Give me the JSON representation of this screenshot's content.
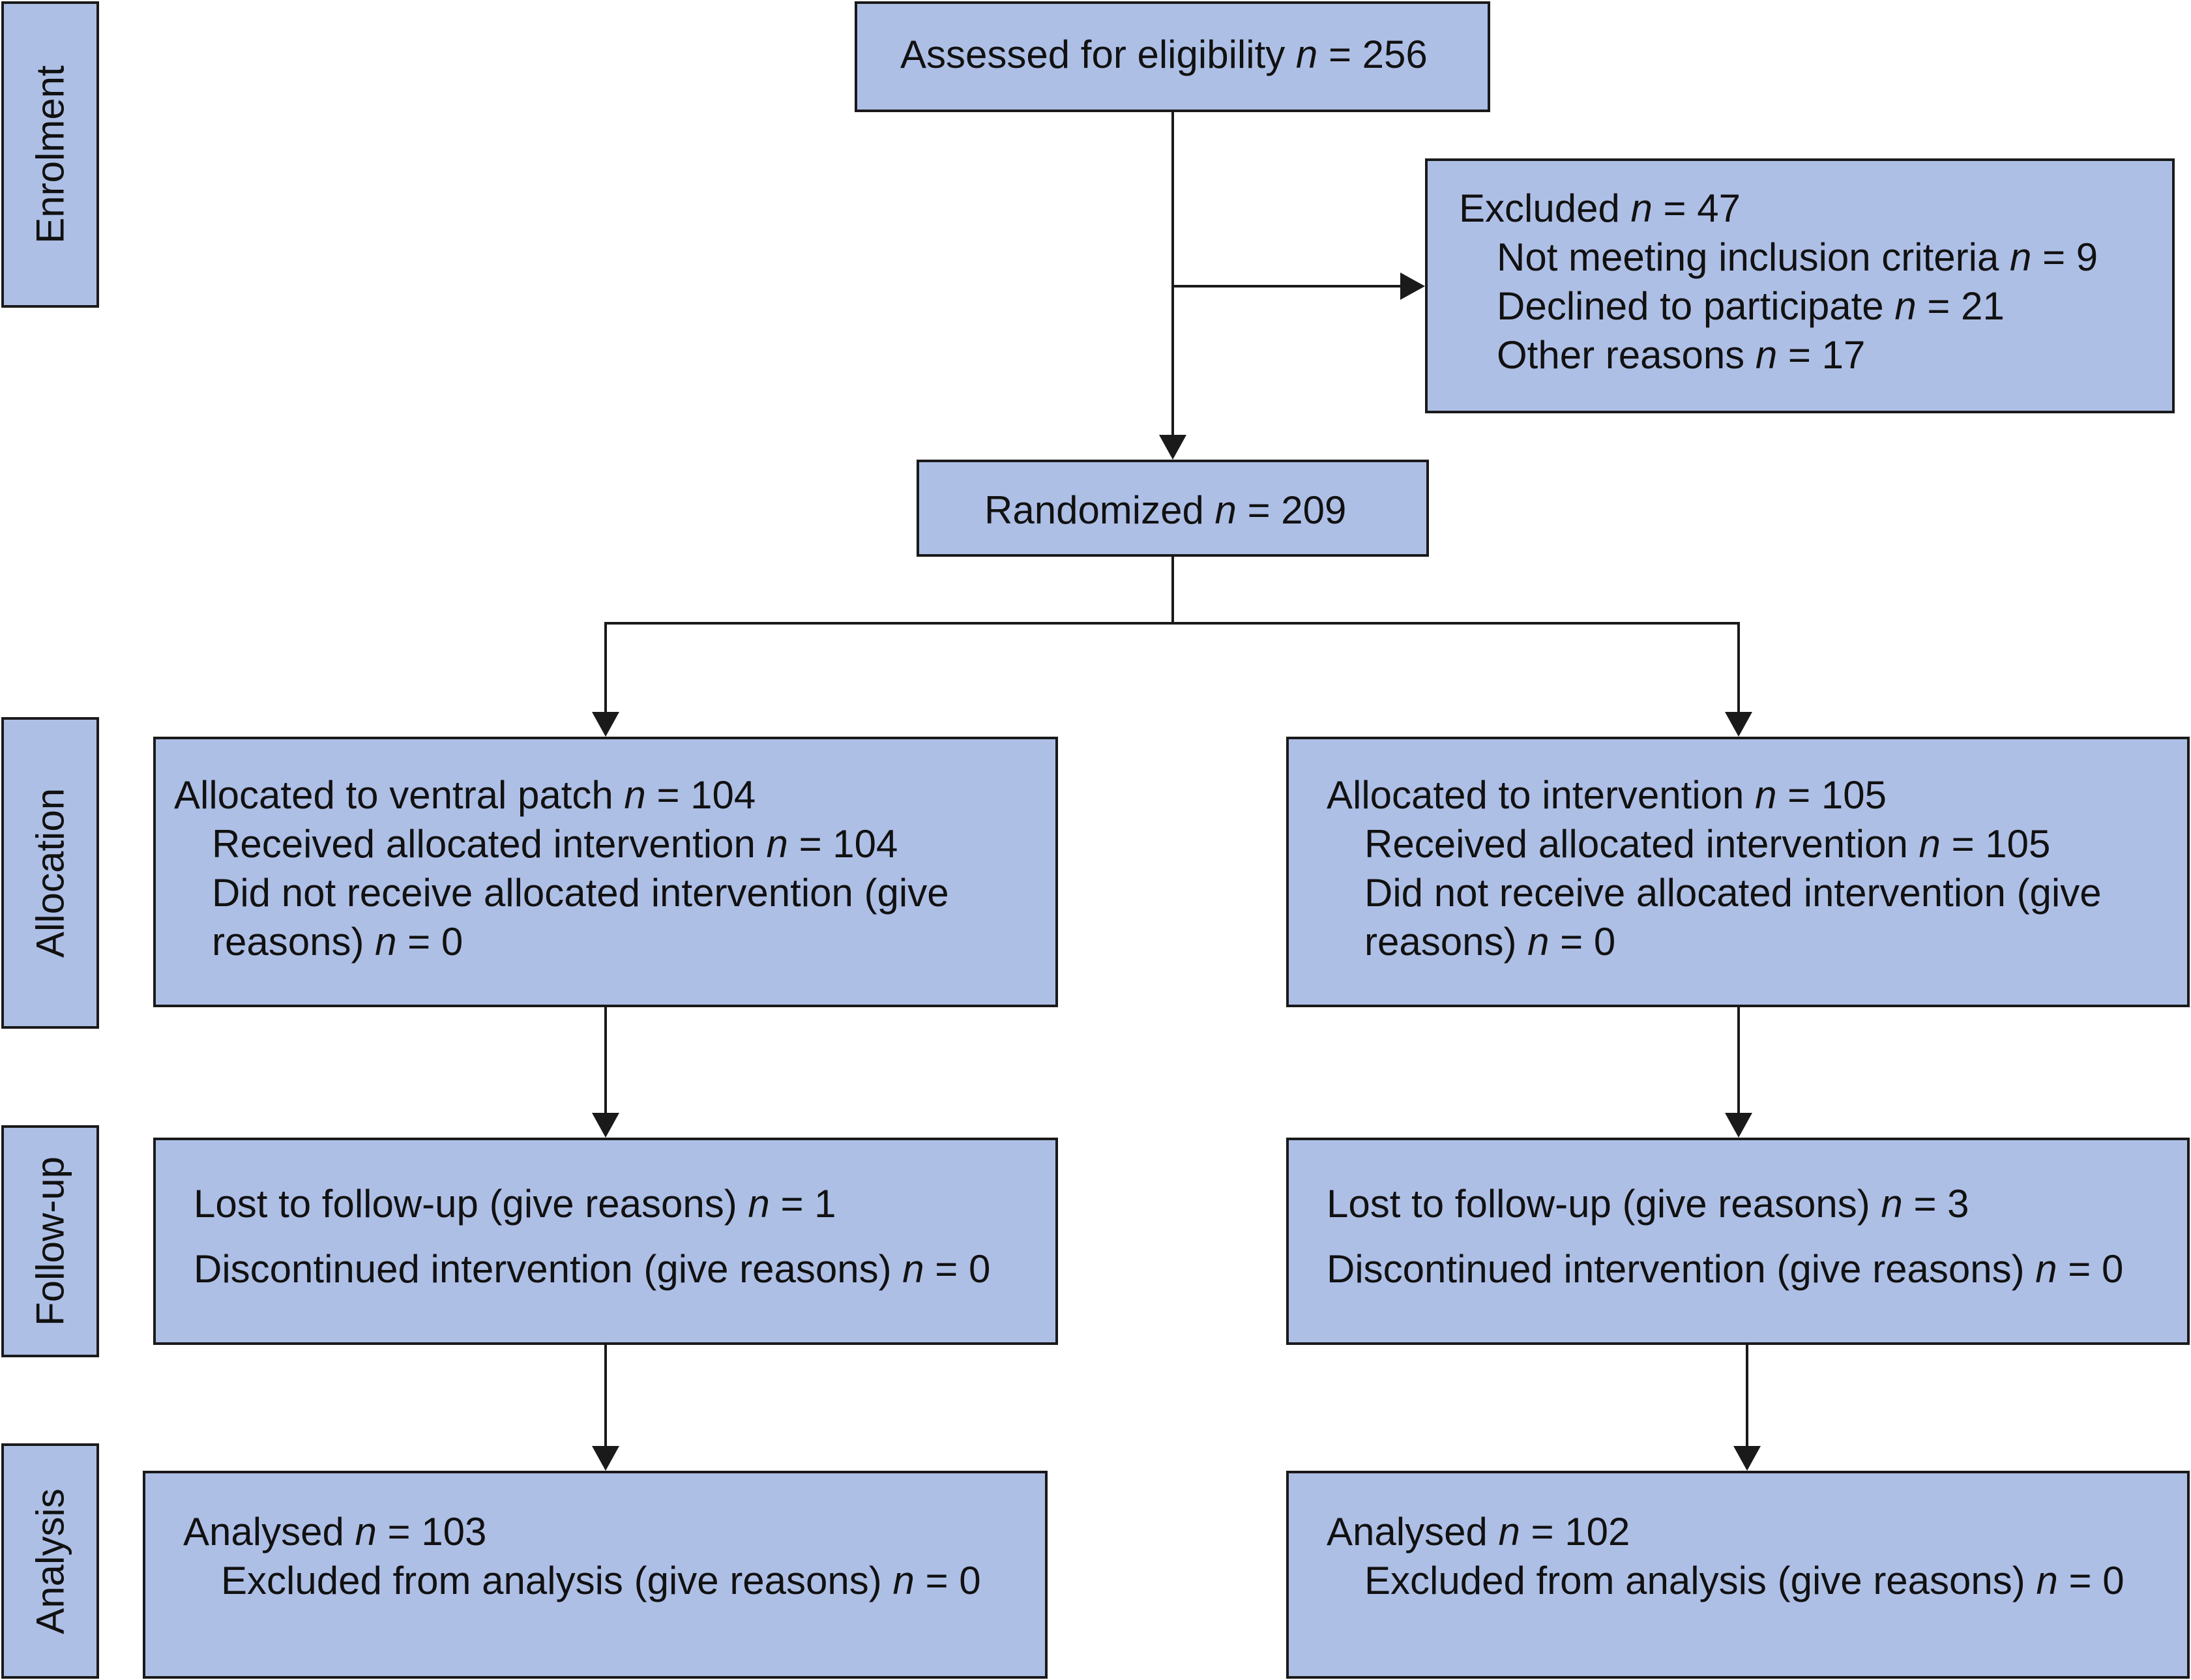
{
  "stages": {
    "enrolment": "Enrolment",
    "allocation": "Allocation",
    "follow_up": "Follow-up",
    "analysis": "Analysis"
  },
  "symbol": "n",
  "assessed": {
    "label": "Assessed for eligibility",
    "value": "= 256"
  },
  "excluded": {
    "label": "Excluded",
    "value": "= 47",
    "items": [
      {
        "label": "Not meeting inclusion criteria",
        "value": "= 9"
      },
      {
        "label": "Declined to participate",
        "value": "= 21"
      },
      {
        "label": "Other reasons",
        "value": "= 17"
      }
    ]
  },
  "randomized": {
    "label": "Randomized",
    "value": "= 209"
  },
  "allocation_left": {
    "label": "Allocated to ventral patch",
    "value": "= 104",
    "received_label": "Received allocated intervention",
    "received_value": "= 104",
    "not_received_line1": "Did not receive allocated intervention (give",
    "not_received_line2": "reasons)",
    "not_received_value": "= 0"
  },
  "allocation_right": {
    "label": "Allocated to intervention",
    "value": "= 105",
    "received_label": "Received allocated intervention",
    "received_value": "= 105",
    "not_received_line1": "Did not receive allocated intervention (give",
    "not_received_line2": "reasons)",
    "not_received_value": "= 0"
  },
  "followup_left": {
    "lost_label": "Lost to follow-up (give reasons)",
    "lost_value": "= 1",
    "discontinued_label": "Discontinued intervention (give reasons)",
    "discontinued_value": "= 0"
  },
  "followup_right": {
    "lost_label": "Lost to follow-up (give reasons)",
    "lost_value": "= 3",
    "discontinued_label": "Discontinued intervention (give reasons)",
    "discontinued_value": "= 0"
  },
  "analysis_left": {
    "label": "Analysed",
    "value": "= 103",
    "excluded_label": "Excluded from analysis (give reasons)",
    "excluded_value": "= 0"
  },
  "analysis_right": {
    "label": "Analysed",
    "value": "= 102",
    "excluded_label": "Excluded from analysis (give reasons)",
    "excluded_value": "= 0"
  },
  "colors": {
    "box_fill": "#aebfe6",
    "stroke": "#1a1a1a"
  }
}
